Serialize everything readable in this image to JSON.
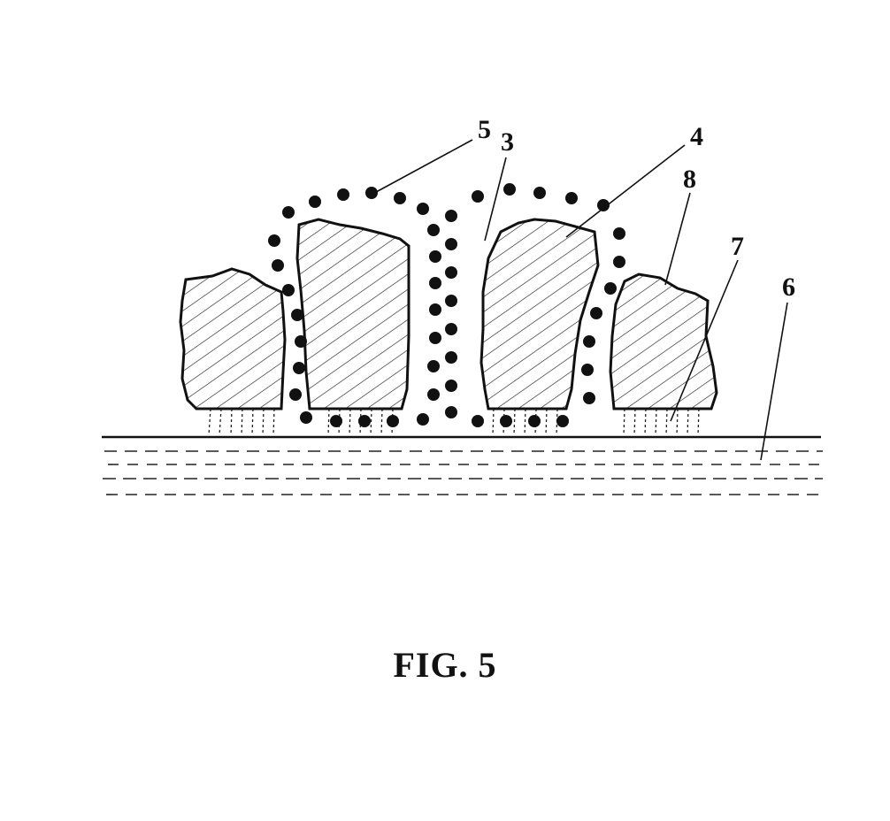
{
  "figure": {
    "caption": "FIG. 5",
    "labels": {
      "ref_3": "3",
      "ref_4": "4",
      "ref_5": "5",
      "ref_6": "6",
      "ref_7": "7",
      "ref_8": "8"
    },
    "colors": {
      "ink": "#111111",
      "background": "#ffffff"
    }
  }
}
